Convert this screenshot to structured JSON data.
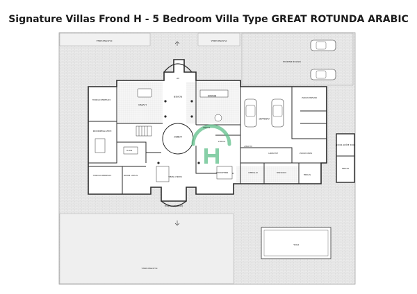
{
  "title": "Signature Villas Frond H - 5 Bedroom Villa Type GREAT ROTUNDA ARABIC",
  "rooms": {
    "planter_top_left": "PLANTER AREA",
    "planter_top_right": "PLANTER AREA",
    "planter_bottom": "PLANTER AREA",
    "visitor_parking": "VISITOR PARKING",
    "covered_porch_left": "COVERED PORCH",
    "living": "LIVING",
    "foyer": "FOYER",
    "dining": "DINING",
    "garage": "GARAGE",
    "driver_room": "DRIVER ROOM",
    "guest_bedroom": "GUEST BEDROOM",
    "lobby": "LOBBY",
    "toilet_a": "TOILET",
    "toilet_b": "TOILET",
    "closet": "CLOSET",
    "laundry": "LAUNDRY",
    "maid_room": "MAID ROOM",
    "pool_equip_room": "POOL EQUIP ROOM",
    "study_room": "STUDY ROOM",
    "covered_porch_lower_left": "COVERED PORCH",
    "family_area": "FAMILY AREA",
    "breakfast": "BREAKFAST",
    "kitchen": "KITCHEN",
    "cooking": "COOKING",
    "store_a": "STORE",
    "store_b": "STORE",
    "bath": "BATH",
    "covered_porch_bottom": "COVERED PORCH",
    "pool": "POOL",
    "up": "UP"
  },
  "colors": {
    "paving": "#e4e4e4",
    "line": "#2a2a2a",
    "logo": "#5fc08a",
    "pool": "#f4f4f4"
  }
}
